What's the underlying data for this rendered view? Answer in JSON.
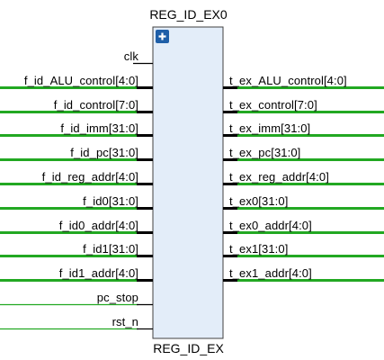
{
  "block": {
    "instance_name": "REG_ID_EX0",
    "cell_type": "REG_ID_EX",
    "expand_icon": "plus-icon"
  },
  "inputs": [
    {
      "name": "clk",
      "bus": false
    },
    {
      "name": "f_id_ALU_control[4:0]",
      "bus": true
    },
    {
      "name": "f_id_control[7:0]",
      "bus": true
    },
    {
      "name": "f_id_imm[31:0]",
      "bus": true
    },
    {
      "name": "f_id_pc[31:0]",
      "bus": true
    },
    {
      "name": "f_id_reg_addr[4:0]",
      "bus": true
    },
    {
      "name": "f_id0[31:0]",
      "bus": true
    },
    {
      "name": "f_id0_addr[4:0]",
      "bus": true
    },
    {
      "name": "f_id1[31:0]",
      "bus": true
    },
    {
      "name": "f_id1_addr[4:0]",
      "bus": true
    },
    {
      "name": "pc_stop",
      "bus": false
    },
    {
      "name": "rst_n",
      "bus": false
    }
  ],
  "outputs": [
    {
      "name": "t_ex_ALU_control[4:0]",
      "bus": true
    },
    {
      "name": "t_ex_control[7:0]",
      "bus": true
    },
    {
      "name": "t_ex_imm[31:0]",
      "bus": true
    },
    {
      "name": "t_ex_pc[31:0]",
      "bus": true
    },
    {
      "name": "t_ex_reg_addr[4:0]",
      "bus": true
    },
    {
      "name": "t_ex0[31:0]",
      "bus": true
    },
    {
      "name": "t_ex0_addr[4:0]",
      "bus": true
    },
    {
      "name": "t_ex1[31:0]",
      "bus": true
    },
    {
      "name": "t_ex1_addr[4:0]",
      "bus": true
    }
  ],
  "colors": {
    "block_fill": "#e3edf9",
    "block_border": "#404040",
    "wire": "#22a822",
    "pin_bus": "#000000",
    "pin_scalar": "#000000",
    "icon_fill": "#1f5fa8"
  }
}
